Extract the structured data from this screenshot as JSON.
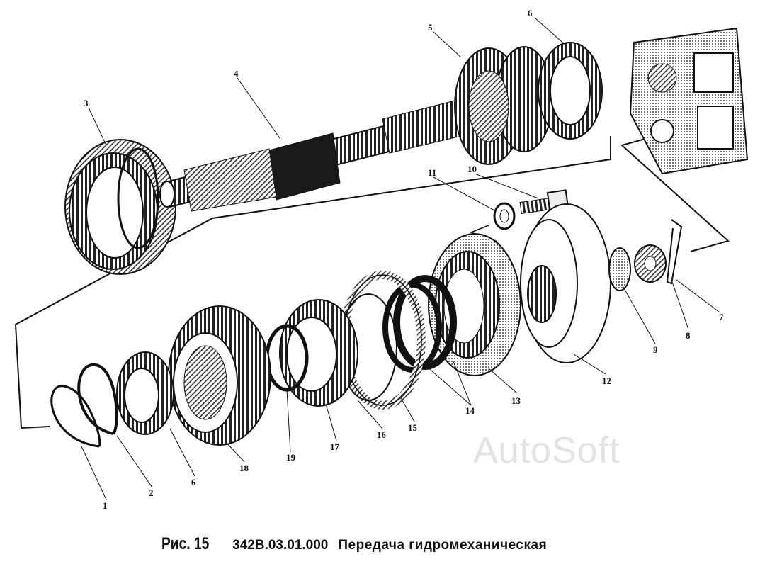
{
  "figure": {
    "label": "Рис. 15",
    "code": "342В.03.01.000",
    "title": "Передача гидромеханическая"
  },
  "watermark": "AutoSoft",
  "callouts": [
    "1",
    "2",
    "3",
    "4",
    "5",
    "6",
    "7",
    "8",
    "9",
    "10",
    "11",
    "12",
    "13",
    "14",
    "15",
    "16",
    "17",
    "18",
    "19",
    "6"
  ]
}
